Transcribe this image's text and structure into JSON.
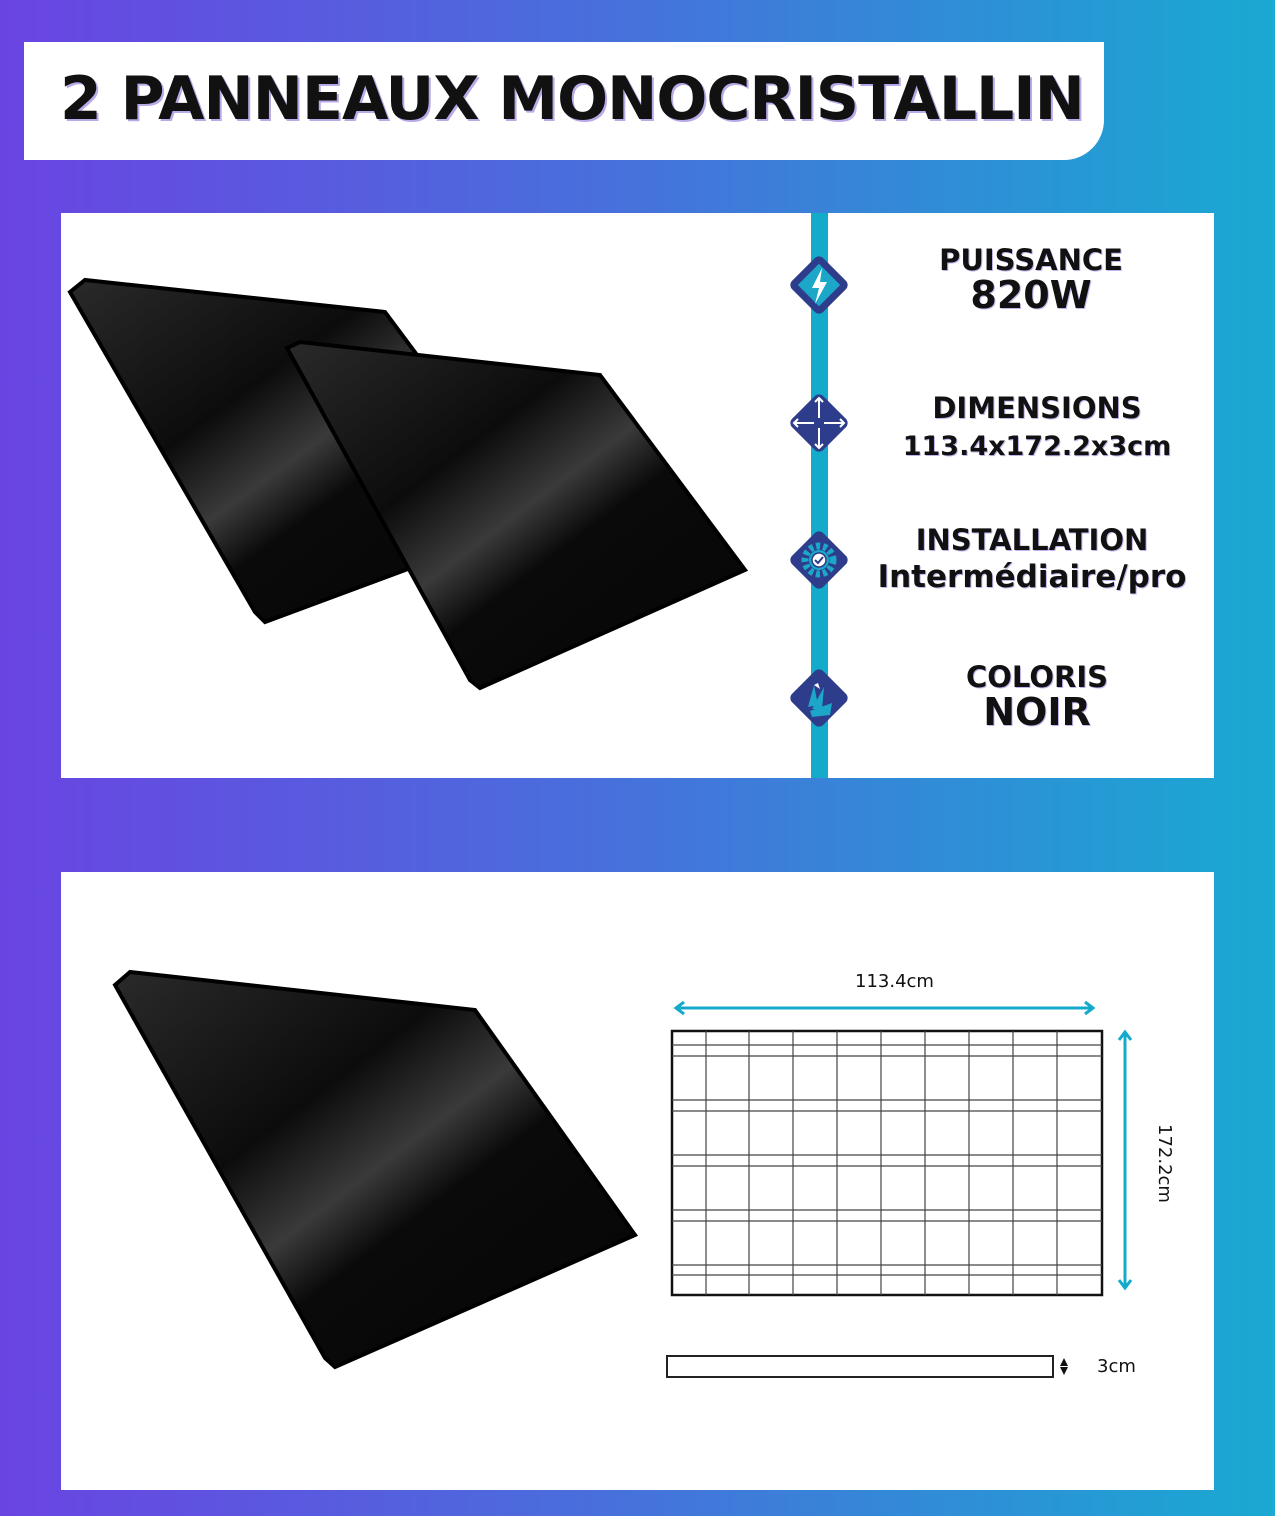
{
  "title": "2 PANNEAUX MONOCRISTALLIN",
  "features": [
    {
      "label": "PUISSANCE",
      "value": "820W",
      "icon": "lightning-icon"
    },
    {
      "label": "DIMENSIONS",
      "value": "113.4x172.2x3cm",
      "icon": "arrows-expand-icon"
    },
    {
      "label": "INSTALLATION",
      "value": "Intermédiaire/pro",
      "icon": "gear-check-icon"
    },
    {
      "label": "COLORIS",
      "value": "NOIR",
      "icon": "color-swatch-icon"
    }
  ],
  "diagram": {
    "width": "113.4cm",
    "height": "172.2cm",
    "thickness": "3cm"
  },
  "colors": {
    "accent": "#13aacb",
    "icon_bg": "#2e3c8c",
    "purple": "#6a44e2"
  }
}
